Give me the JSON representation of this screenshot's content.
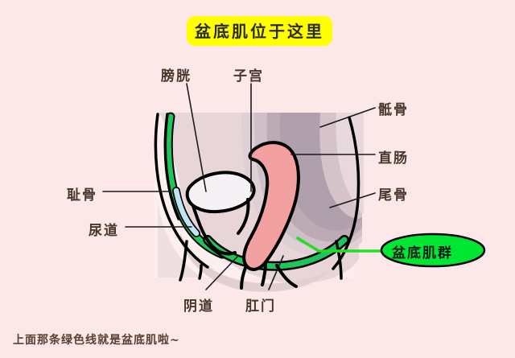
{
  "title": {
    "text": "盆底肌位于这里",
    "highlight_color": "#ffff00"
  },
  "caption": {
    "text": "上面那条绿色线就是盆底肌啦~"
  },
  "callout": {
    "text": "盆底肌群",
    "fill_color": "#00e632",
    "border_color": "#000000",
    "leader_color": "#22dd22"
  },
  "labels": {
    "bladder": "膀胱",
    "uterus": "子宫",
    "sacrum": "骶骨",
    "rectum": "直肠",
    "coccyx": "尾骨",
    "pubic_bone": "耻骨",
    "urethra": "尿道",
    "vagina": "阴道",
    "anus": "肛门"
  },
  "colors": {
    "page_background": "#fce7e9",
    "panel_background": "#fdeef0",
    "outline": "#000000",
    "pelvic_floor_muscle_green": "#1fc45a",
    "uterus_pink": "#f2a0a0",
    "urethra_blue": "#bfe4f5",
    "bladder_white": "#f6f1f4",
    "tissue_mauve": "#b9a6ae",
    "tissue_rose": "#d8b9bd",
    "tissue_light": "#e8d5d8",
    "label_text": "#4b342a"
  },
  "diagram": {
    "type": "anatomical-illustration",
    "view": "female-pelvis-sagittal-section",
    "structures": [
      "bladder",
      "uterus",
      "urethra",
      "vagina",
      "anus",
      "rectum",
      "pubic-bone",
      "sacrum",
      "coccyx",
      "pelvic-floor-muscles"
    ]
  }
}
